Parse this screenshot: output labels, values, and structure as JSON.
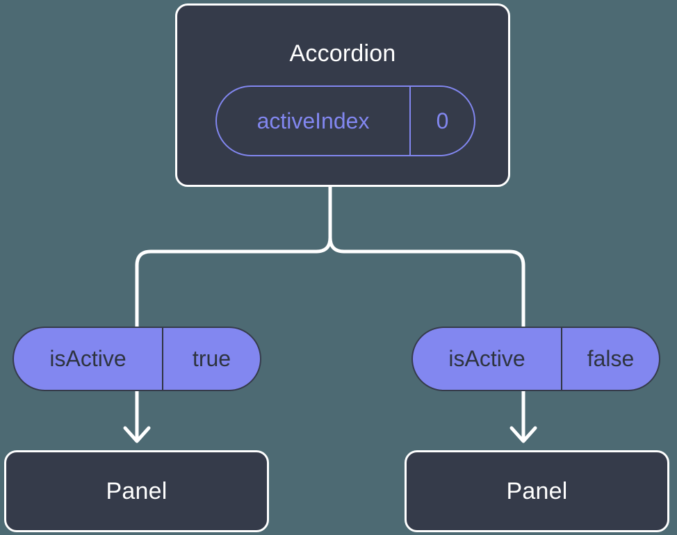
{
  "canvas": {
    "background_color": "#4d6a73",
    "node_fill": "#353b4a",
    "node_stroke": "#ffffff",
    "accent_color": "#8287f0",
    "pill_text_color": "#2e3440"
  },
  "accordion": {
    "title": "Accordion",
    "state_pill": {
      "key": "activeIndex",
      "value": "0"
    }
  },
  "branches": [
    {
      "pill": {
        "key": "isActive",
        "value": "true"
      },
      "child": {
        "title": "Panel"
      }
    },
    {
      "pill": {
        "key": "isActive",
        "value": "false"
      },
      "child": {
        "title": "Panel"
      }
    }
  ]
}
